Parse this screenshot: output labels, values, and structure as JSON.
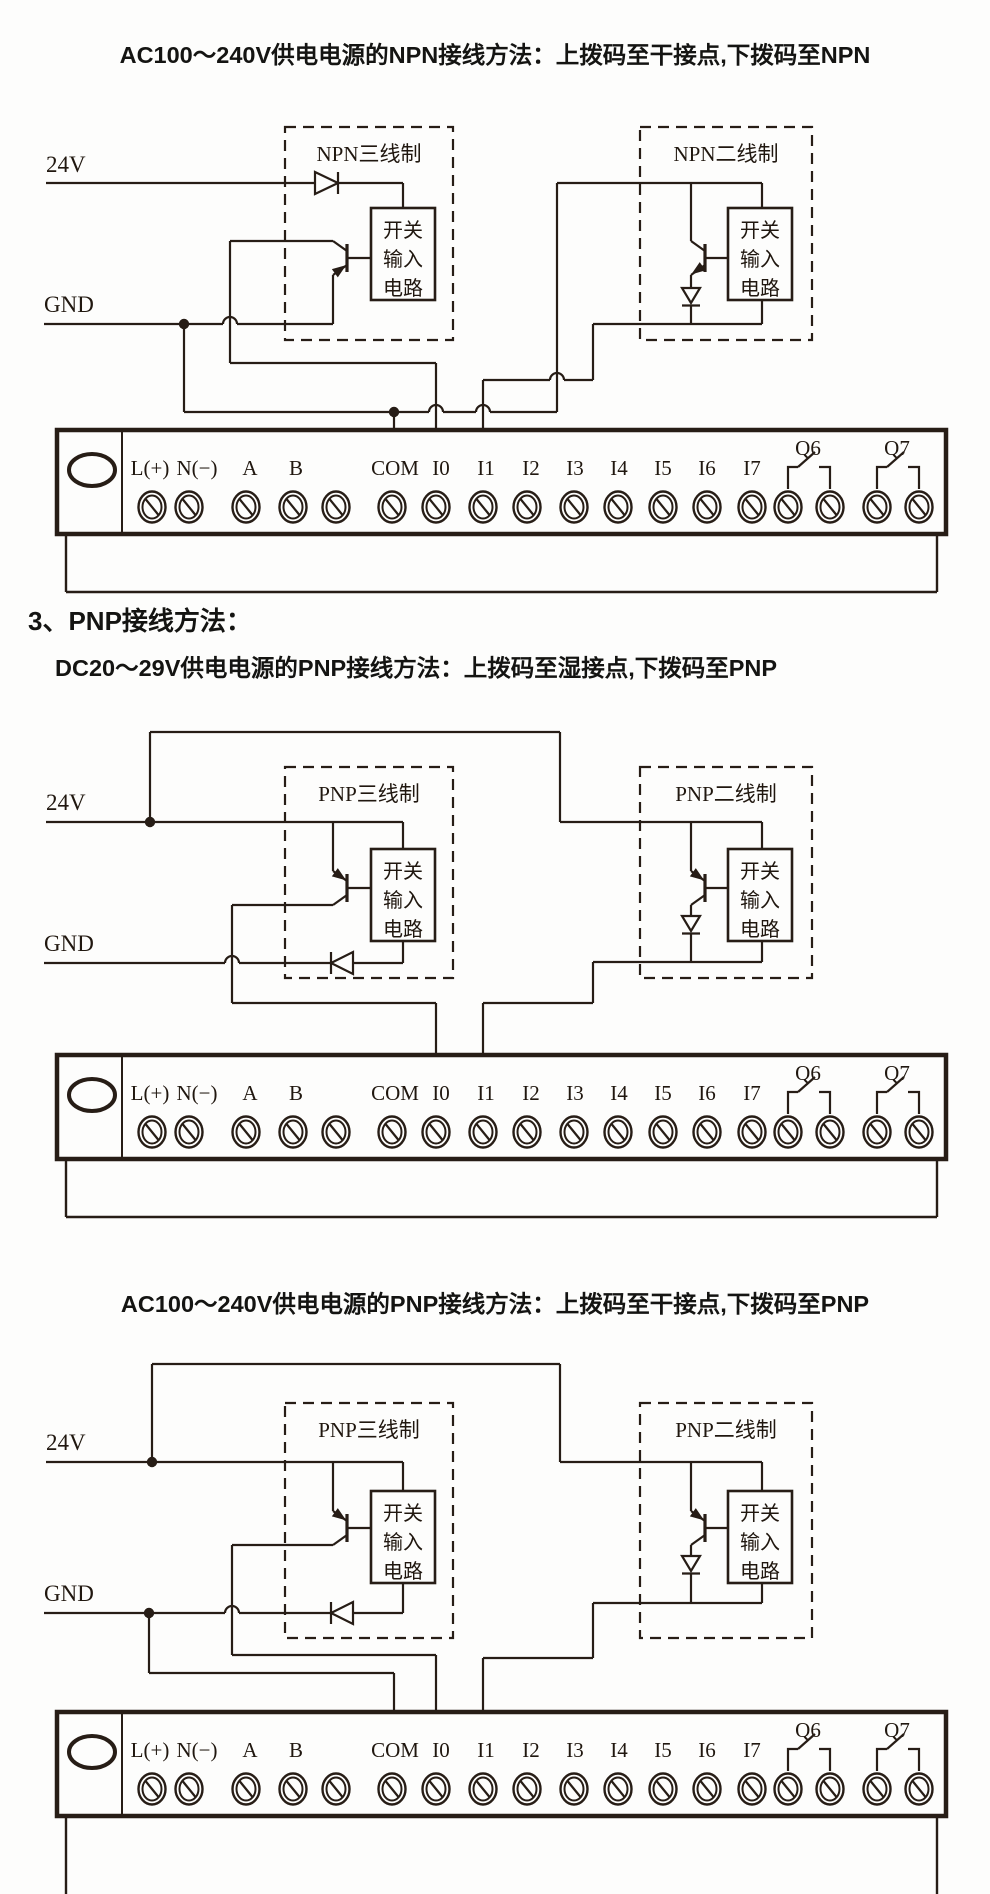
{
  "page": {
    "background": "#fdfdfc",
    "ink": "#271d16",
    "text_color": "#20170f"
  },
  "titles": {
    "npn_ac": "AC100～240V供电电源的NPN接线方法：上拨码至干接点,下拨码至NPN",
    "pnp_section_heading": "3、PNP接线方法：",
    "pnp_dc": "DC20～29V供电电源的PNP接线方法：上拨码至湿接点,下拨码至PNP",
    "pnp_ac": "AC100～240V供电电源的PNP接线方法：上拨码至干接点,下拨码至PNP"
  },
  "diagrams": [
    {
      "id": "npn-ac-diagram",
      "supply_label": "24V",
      "ground_label": "GND",
      "sensor_three_wire": "NPN三线制",
      "sensor_two_wire": "NPN二线制",
      "circuit_box_lines": [
        "开关",
        "输入",
        "电路"
      ]
    },
    {
      "id": "pnp-dc-diagram",
      "supply_label": "24V",
      "ground_label": "GND",
      "sensor_three_wire": "PNP三线制",
      "sensor_two_wire": "PNP二线制",
      "circuit_box_lines": [
        "开关",
        "输入",
        "电路"
      ]
    },
    {
      "id": "pnp-ac-diagram",
      "supply_label": "24V",
      "ground_label": "GND",
      "sensor_three_wire": "PNP三线制",
      "sensor_two_wire": "PNP二线制",
      "circuit_box_lines": [
        "开关",
        "输入",
        "电路"
      ]
    }
  ],
  "terminal_strip": {
    "labels": [
      "L(+)",
      "N(−)",
      "A",
      "B",
      "COM",
      "I0",
      "I1",
      "I2",
      "I3",
      "I4",
      "I5",
      "I6",
      "I7"
    ],
    "output_labels": [
      "Q6",
      "Q7"
    ]
  }
}
